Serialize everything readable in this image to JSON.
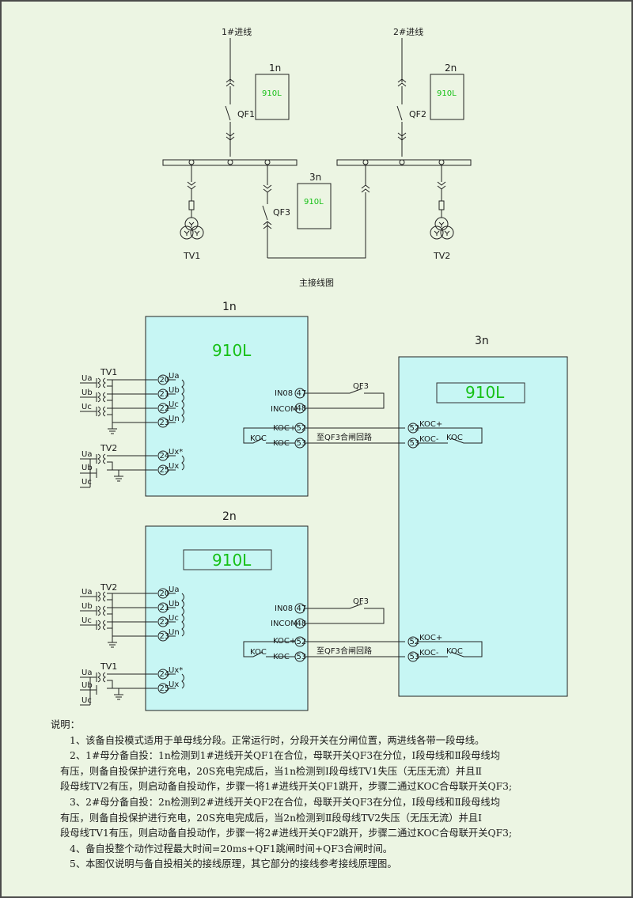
{
  "top": {
    "incoming1": "1#进线",
    "incoming2": "2#进线",
    "qf1": "QF1",
    "qf2": "QF2",
    "qf3": "QF3",
    "tv1": "TV1",
    "tv2": "TV2",
    "device1_id": "1n",
    "device2_id": "2n",
    "device3_id": "3n",
    "device_model": "910L",
    "caption": "主接线图"
  },
  "wiring": {
    "device1_id": "1n",
    "device2_id": "2n",
    "device3_id": "3n",
    "model": "910L",
    "tv1": "TV1",
    "tv2": "TV2",
    "phase_a": "Ua",
    "phase_b": "Ub",
    "phase_c": "Uc",
    "term_ua": "Ua",
    "term_ub": "Ub",
    "term_uc": "Uc",
    "term_un": "Un",
    "term_uxs": "Ux*",
    "term_ux": "Ux",
    "pin_20": "20",
    "pin_21": "21",
    "pin_22": "22",
    "pin_23": "23",
    "pin_24": "24",
    "pin_25": "25",
    "pin_47": "47",
    "pin_48": "48",
    "pin_52": "52",
    "pin_53": "53",
    "in08": "IN08",
    "incom": "INCOM",
    "koc_plus": "KOC+",
    "koc_minus": "KOC-",
    "koc": "KOC",
    "qf3": "QF3",
    "to_qf3": "至QF3合闸回路"
  },
  "notes": {
    "heading": "说明：",
    "n1": "1、该备自投模式适用于单母线分段。正常运行时，分段开关在分闸位置，两进线各带一段母线。",
    "n2a": "2、1#母分备自投：1n检测到1#进线开关QF1在合位，母联开关QF3在分位，Ⅰ段母线和Ⅱ段母线均",
    "n2b": "有压，则备自投保护进行充电，20S充电完成后，当1n检测到Ⅰ段母线TV1失压（无压无流）并且Ⅱ",
    "n2c": "段母线TV2有压，则启动备自投动作，步骤一将1#进线开关QF1跳开，步骤二通过KOC合母联开关QF3;",
    "n3a": "3、2#母分备自投：2n检测到2#进线开关QF2在合位，母联开关QF3在分位，Ⅰ段母线和Ⅱ段母线均",
    "n3b": "有压，则备自投保护进行充电，20S充电完成后，当2n检测到Ⅱ段母线TV2失压（无压无流）并且Ⅰ",
    "n3c": "段母线TV1有压，则启动备自投动作，步骤一将2#进线开关QF2跳开，步骤二通过KOC合母联开关QF3;",
    "n4": "4、备自投整个动作过程最大时间=20ms+QF1跳闸时间+QF3合闸时间。",
    "n5": "5、本图仅说明与备自投相关的接线原理，其它部分的接线参考接线原理图。"
  }
}
